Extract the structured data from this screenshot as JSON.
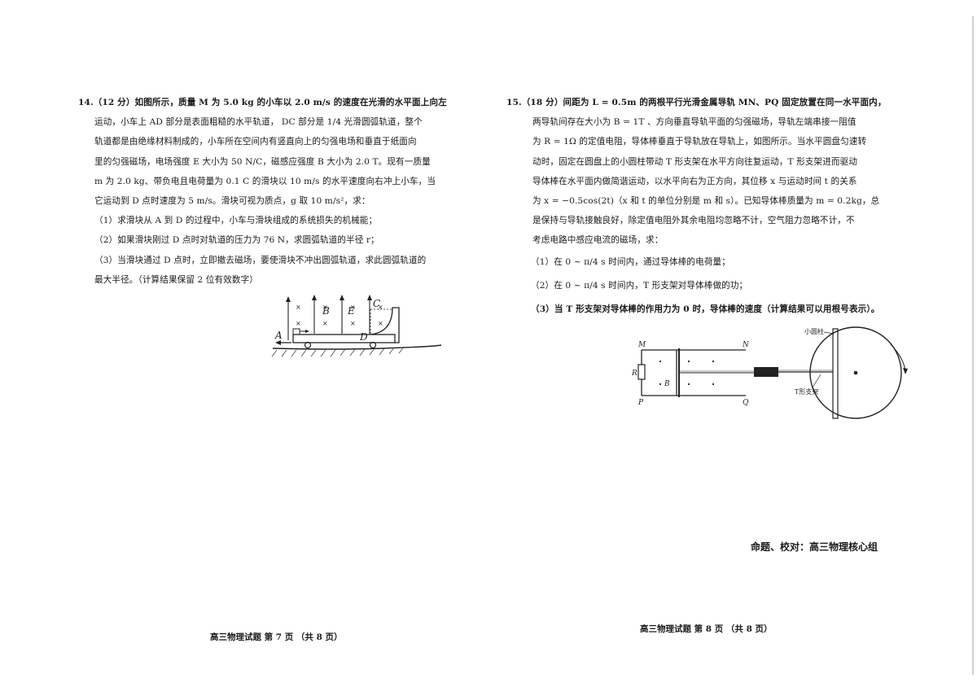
{
  "page7": {
    "q14": {
      "lines": [
        "14.（12 分）如图所示，质量 M 为 5.0 kg 的小车以 2.0 m/s 的速度在光滑的水平面上向左",
        "运动，小车上 AD 部分是表面粗糙的水平轨道，  DC 部分是 1/4 光滑圆弧轨道，整个",
        "轨道都是由绝缘材料制成的，小车所在空间内有竖直向上的匀强电场和垂直于纸面向",
        "里的匀强磁场，电场强度 E 大小为 50 N/C，磁感应强度 B 大小为 2.0 T。现有一质量",
        "m 为 2.0 kg、带负电且电荷量为 0.1 C 的滑块以 10 m/s  的水平速度向右冲上小车，当",
        "它运动到 D 点时速度为 5 m/s。滑块可视为质点，g 取 10 m/s²，求："
      ],
      "items": [
        "（1）求滑块从 A 到 D 的过程中，小车与滑块组成的系统损失的机械能；",
        "（2）如果滑块刚过 D 点时对轨道的压力为 76 N，求圆弧轨道的半径 r；",
        "（3）当滑块通过 D 点时，立即撤去磁场，要使滑块不冲出圆弧轨道，求此圆弧轨道的",
        "最大半径。（计算结果保留 2 位有效数字）"
      ],
      "figure": {
        "labels": {
          "A": "A",
          "B": "B",
          "E": "E",
          "C": "C",
          "D": "D"
        }
      }
    },
    "footer": "高三物理试题 第 7 页 （共 8 页）"
  },
  "page8": {
    "q15": {
      "lines": [
        "15.（18 分）间距为 L = 0.5m 的两根平行光滑金属导轨 MN、PQ 固定放置在同一水平面内，",
        "两导轨间存在大小为 B = 1T 、方向垂直导轨平面的匀强磁场，导轨左端串接一阻值",
        "为 R = 1Ω 的定值电阻，导体棒垂直于导轨放在导轨上，如图所示。当水平圆盘匀速转",
        "动时，固定在圆盘上的小圆柱带动 T 形支架在水平方向往复运动，T 形支架进而驱动",
        "导体棒在水平面内做简谐运动，以水平向右为正方向，其位移 x 与运动时间 t 的关系",
        "为 x = −0.5cos(2t)（x 和 t 的单位分别是 m 和 s）。已知导体棒质量为 m = 0.2kg，总",
        "是保持与导轨接触良好，除定值电阻外其余电阻均忽略不计，空气阻力忽略不计，不",
        "考虑电路中感应电流的磁场，求："
      ],
      "items": [
        "（1）在 0 ~ π/4 s 时间内，通过导体棒的电荷量；",
        "（2）在 0 ~ π/4 s 时间内，T 形支架对导体棒做的功；",
        "（3）当 T 形支架对导体棒的作用力为 0 时，导体棒的速度（计算结果可以用根号表示）。"
      ],
      "figure": {
        "labels": {
          "M": "M",
          "N": "N",
          "P": "P",
          "Q": "Q",
          "R": "R",
          "B": "B"
        },
        "callouts": {
          "cylinder": "小圆柱",
          "tframe": "T形支架"
        }
      }
    },
    "credit": "命题、校对：高三物理核心组",
    "footer": "高三物理试题 第 8 页 （共 8 页）"
  }
}
